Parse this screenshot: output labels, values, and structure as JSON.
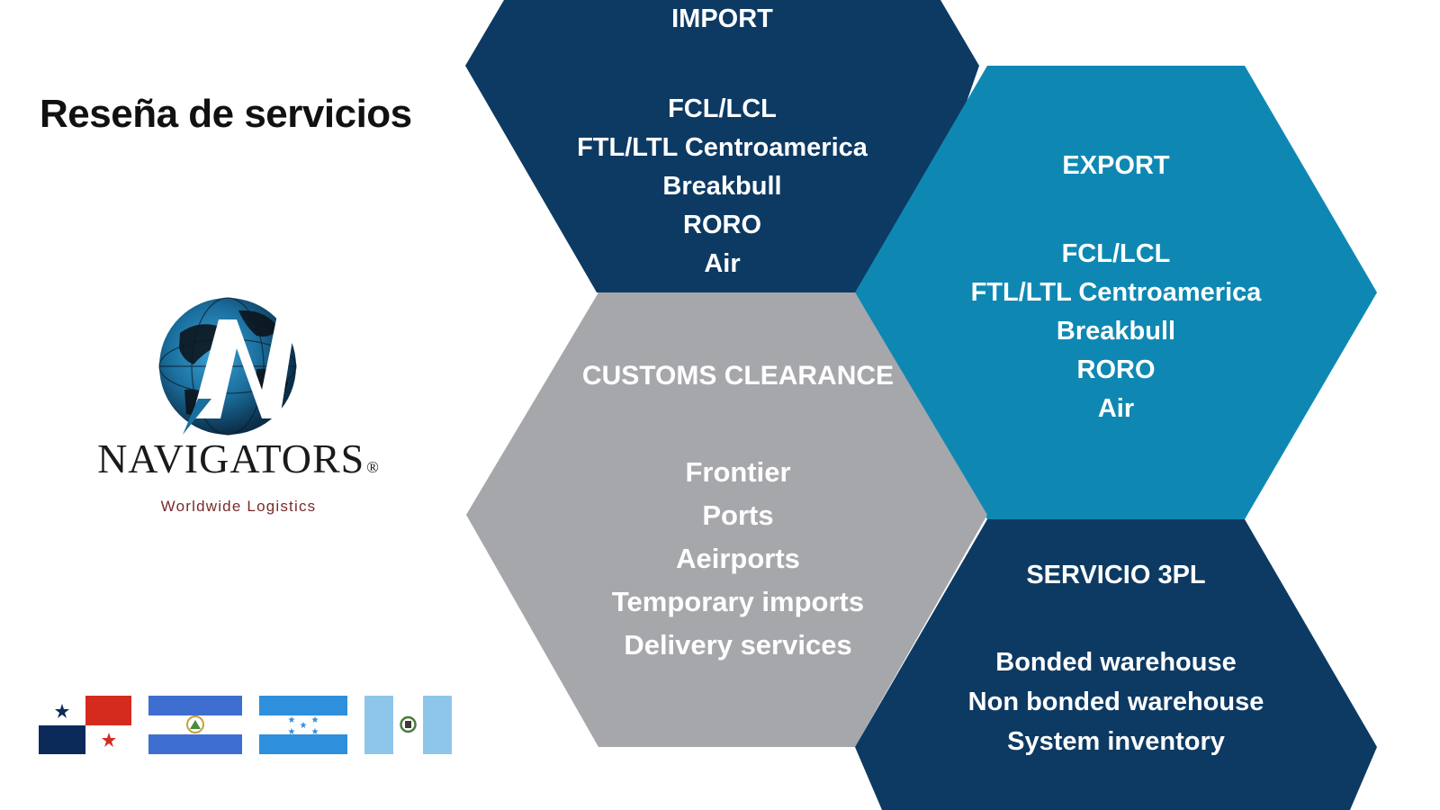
{
  "page": {
    "title": "Reseña de servicios"
  },
  "brand": {
    "name": "NAVIGATORS",
    "registered": "®",
    "tagline": "Worldwide Logistics"
  },
  "colors": {
    "import_hex": "#0d3a63",
    "export_hex": "#0e88b3",
    "customs_hex": "#a6a7ab",
    "threepl_hex": "#0d3a63",
    "text_on_hex": "#ffffff",
    "title_text": "#111111",
    "tagline_text": "#7a2a2a"
  },
  "services": {
    "import": {
      "title": "IMPORT",
      "items": [
        "FCL/LCL",
        "FTL/LTL Centroamerica",
        "Breakbull",
        "RORO",
        "Air"
      ]
    },
    "export": {
      "title": "EXPORT",
      "items": [
        "FCL/LCL",
        "FTL/LTL Centroamerica",
        "Breakbull",
        "RORO",
        "Air"
      ]
    },
    "customs": {
      "title": "CUSTOMS CLEARANCE",
      "items": [
        "Frontier",
        "Ports",
        "Aeirports",
        "Temporary imports",
        "Delivery services"
      ]
    },
    "threepl": {
      "title": "SERVICIO 3PL",
      "items": [
        "Bonded warehouse",
        "Non bonded warehouse",
        "System inventory"
      ]
    }
  },
  "flags": [
    {
      "country": "Panama",
      "icon": "panama-flag-icon"
    },
    {
      "country": "Nicaragua",
      "icon": "nicaragua-flag-icon"
    },
    {
      "country": "Honduras",
      "icon": "honduras-flag-icon"
    },
    {
      "country": "Guatemala",
      "icon": "guatemala-flag-icon"
    }
  ]
}
